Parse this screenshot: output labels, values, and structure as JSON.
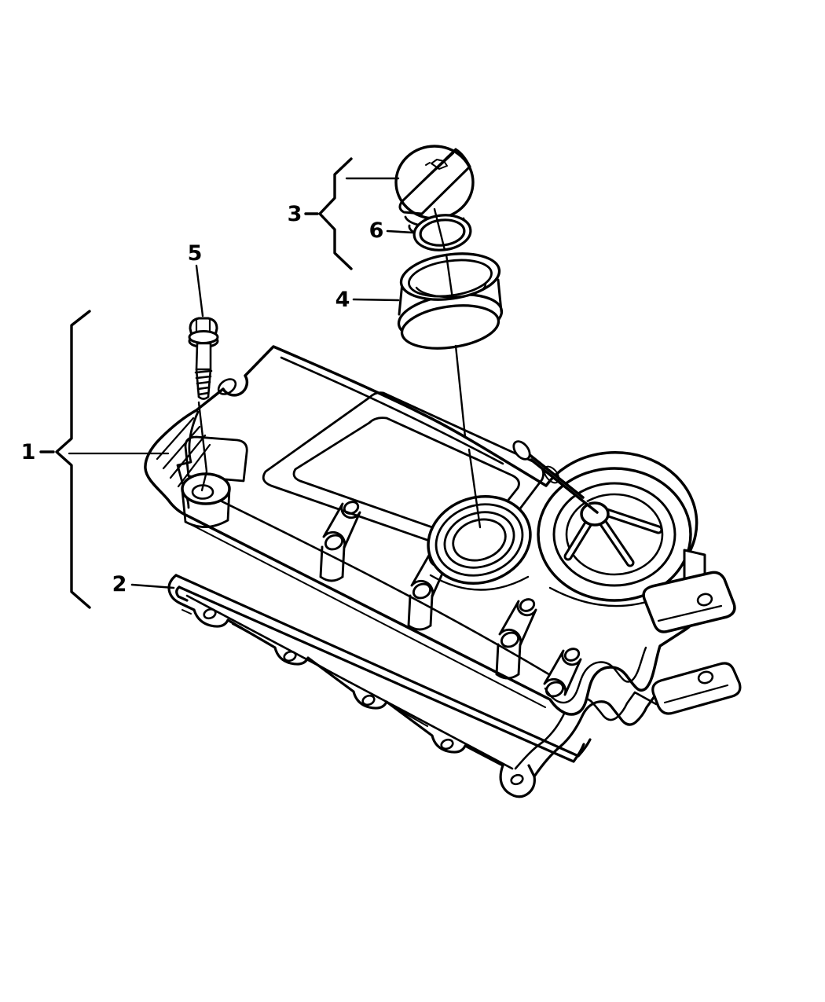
{
  "diagram": {
    "type": "exploded-parts-line-drawing",
    "background_color": "#ffffff",
    "line_color": "#000000",
    "callouts": {
      "c1": "1",
      "c2": "2",
      "c3": "3",
      "c4": "4",
      "c5": "5",
      "c6": "6"
    }
  }
}
